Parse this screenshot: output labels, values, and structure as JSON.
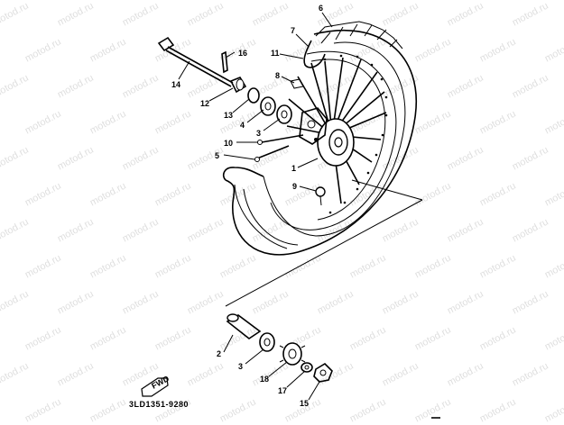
{
  "watermark": "motod.ru",
  "diagram_code": "3LD1351-9280",
  "front_badge": "FWD",
  "callouts": [
    {
      "id": "c6",
      "label": "6"
    },
    {
      "id": "c7",
      "label": "7"
    },
    {
      "id": "c11",
      "label": "11"
    },
    {
      "id": "c8",
      "label": "8"
    },
    {
      "id": "c16",
      "label": "16"
    },
    {
      "id": "c14",
      "label": "14"
    },
    {
      "id": "c12",
      "label": "12"
    },
    {
      "id": "c13",
      "label": "13"
    },
    {
      "id": "c4",
      "label": "4"
    },
    {
      "id": "c3a",
      "label": "3"
    },
    {
      "id": "c10",
      "label": "10"
    },
    {
      "id": "c5",
      "label": "5"
    },
    {
      "id": "c1",
      "label": "1"
    },
    {
      "id": "c9",
      "label": "9"
    },
    {
      "id": "c2",
      "label": "2"
    },
    {
      "id": "c3b",
      "label": "3"
    },
    {
      "id": "c18",
      "label": "18"
    },
    {
      "id": "c17",
      "label": "17"
    },
    {
      "id": "c15",
      "label": "15"
    }
  ]
}
